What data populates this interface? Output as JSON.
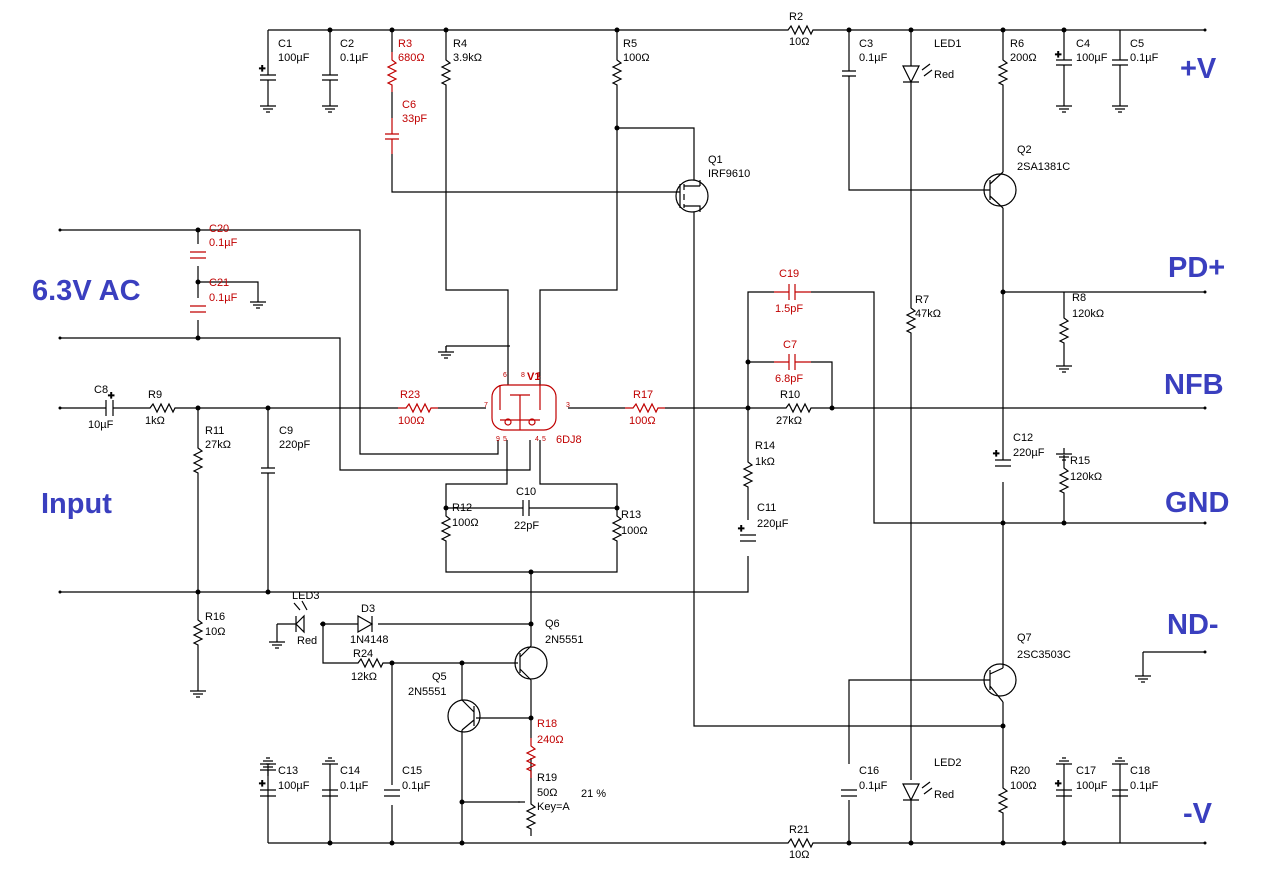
{
  "terminals": {
    "vplus": "+V",
    "pdplus": "PD+",
    "heater": "6.3V AC",
    "nfb": "NFB",
    "input": "Input",
    "gnd": "GND",
    "ndminus": "ND-",
    "vminus": "-V"
  },
  "components": {
    "C1": {
      "ref": "C1",
      "value": "100µF"
    },
    "C2": {
      "ref": "C2",
      "value": "0.1µF"
    },
    "R3": {
      "ref": "R3",
      "value": "680Ω"
    },
    "C6": {
      "ref": "C6",
      "value": "33pF"
    },
    "R4": {
      "ref": "R4",
      "value": "3.9kΩ"
    },
    "R5": {
      "ref": "R5",
      "value": "100Ω"
    },
    "R2": {
      "ref": "R2",
      "value": "10Ω"
    },
    "C3": {
      "ref": "C3",
      "value": "0.1µF"
    },
    "LED1": {
      "ref": "LED1",
      "value": "Red"
    },
    "R6": {
      "ref": "R6",
      "value": "200Ω"
    },
    "C4": {
      "ref": "C4",
      "value": "100µF"
    },
    "C5": {
      "ref": "C5",
      "value": "0.1µF"
    },
    "Q1": {
      "ref": "Q1",
      "value": "IRF9610"
    },
    "Q2": {
      "ref": "Q2",
      "value": "2SA1381C"
    },
    "C20": {
      "ref": "C20",
      "value": "0.1µF"
    },
    "C21": {
      "ref": "C21",
      "value": "0.1µF"
    },
    "C19": {
      "ref": "C19",
      "value": "1.5pF"
    },
    "R7": {
      "ref": "R7",
      "value": "47kΩ"
    },
    "R8": {
      "ref": "R8",
      "value": "120kΩ"
    },
    "C7": {
      "ref": "C7",
      "value": "6.8pF"
    },
    "V1": {
      "ref": "V1",
      "value": "6DJ8"
    },
    "C8": {
      "ref": "C8",
      "value": "10µF"
    },
    "R9": {
      "ref": "R9",
      "value": "1kΩ"
    },
    "R23": {
      "ref": "R23",
      "value": "100Ω"
    },
    "R17": {
      "ref": "R17",
      "value": "100Ω"
    },
    "R10": {
      "ref": "R10",
      "value": "27kΩ"
    },
    "R11": {
      "ref": "R11",
      "value": "27kΩ"
    },
    "C9": {
      "ref": "C9",
      "value": "220pF"
    },
    "R14": {
      "ref": "R14",
      "value": "1kΩ"
    },
    "C12": {
      "ref": "C12",
      "value": "220µF"
    },
    "R15": {
      "ref": "R15",
      "value": "120kΩ"
    },
    "C10": {
      "ref": "C10",
      "value": "22pF"
    },
    "R12": {
      "ref": "R12",
      "value": "100Ω"
    },
    "R13": {
      "ref": "R13",
      "value": "100Ω"
    },
    "C11": {
      "ref": "C11",
      "value": "220µF"
    },
    "LED3": {
      "ref": "LED3",
      "value": "Red"
    },
    "D3": {
      "ref": "D3",
      "value": "1N4148"
    },
    "Q6": {
      "ref": "Q6",
      "value": "2N5551"
    },
    "R16": {
      "ref": "R16",
      "value": "10Ω"
    },
    "R24": {
      "ref": "R24",
      "value": "12kΩ"
    },
    "Q5": {
      "ref": "Q5",
      "value": "2N5551"
    },
    "Q7": {
      "ref": "Q7",
      "value": "2SC3503C"
    },
    "R18": {
      "ref": "R18",
      "value": "240Ω"
    },
    "R19": {
      "ref": "R19",
      "value": "50Ω",
      "key": "Key=A",
      "setting": "21 %"
    },
    "C13": {
      "ref": "C13",
      "value": "100µF"
    },
    "C14": {
      "ref": "C14",
      "value": "0.1µF"
    },
    "C15": {
      "ref": "C15",
      "value": "0.1µF"
    },
    "C16": {
      "ref": "C16",
      "value": "0.1µF"
    },
    "LED2": {
      "ref": "LED2",
      "value": "Red"
    },
    "R20": {
      "ref": "R20",
      "value": "100Ω"
    },
    "C17": {
      "ref": "C17",
      "value": "100µF"
    },
    "C18": {
      "ref": "C18",
      "value": "0.1µF"
    },
    "R21": {
      "ref": "R21",
      "value": "10Ω"
    }
  },
  "tube_pins": {
    "p6": "6",
    "p8top": "8",
    "p1": "1",
    "p7": "7",
    "p3": "3",
    "p9": "9",
    "p5": "5",
    "p4": "4",
    "p5b": "5"
  },
  "colors": {
    "wire": "#000000",
    "highlight": "#c00000",
    "terminal_label": "#3a3fbf"
  }
}
